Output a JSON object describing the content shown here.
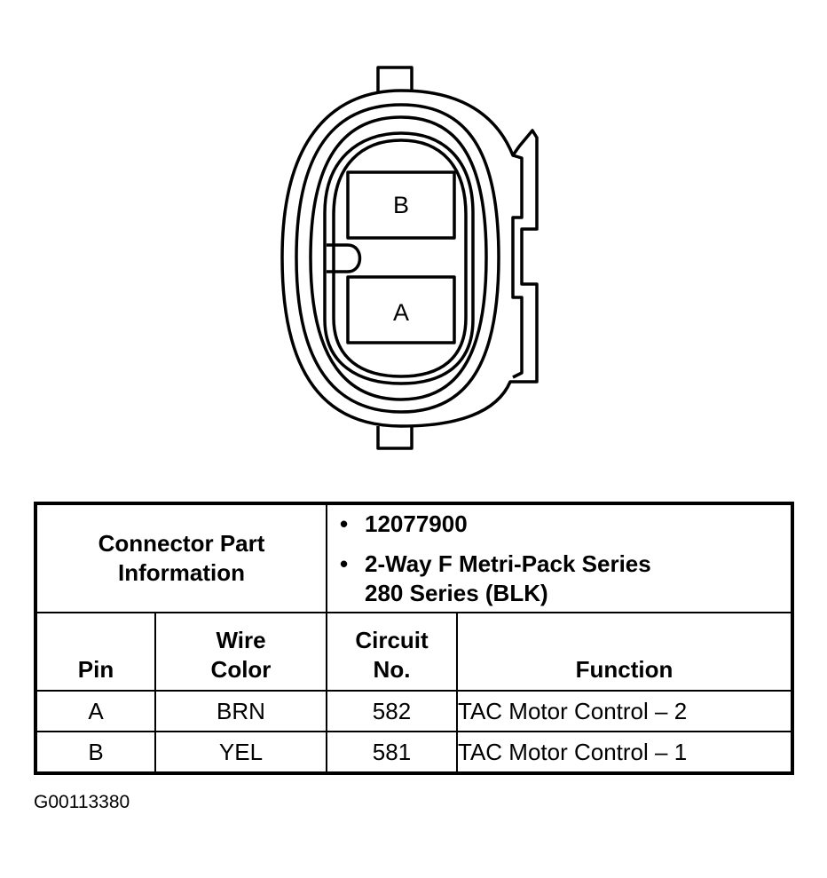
{
  "connector_diagram": {
    "pins": [
      {
        "label": "B",
        "position": "upper"
      },
      {
        "label": "A",
        "position": "lower"
      }
    ]
  },
  "table": {
    "part_info_header": [
      "Connector Part",
      "Information"
    ],
    "part_info_items": [
      {
        "lines": [
          "12077900"
        ]
      },
      {
        "lines": [
          "2-Way F Metri-Pack Series",
          "280 Series (BLK)"
        ]
      }
    ],
    "columns": {
      "pin": [
        "Pin"
      ],
      "wire_color": [
        "Wire",
        "Color"
      ],
      "circuit_no": [
        "Circuit",
        "No."
      ],
      "function": [
        "Function"
      ]
    },
    "rows": [
      {
        "pin": "A",
        "wire_color": "BRN",
        "circuit_no": "582",
        "function": "TAC Motor Control – 2"
      },
      {
        "pin": "B",
        "wire_color": "YEL",
        "circuit_no": "581",
        "function": "TAC Motor Control – 1"
      }
    ]
  },
  "figure_id": "G00113380",
  "bullet_symbol": "•"
}
